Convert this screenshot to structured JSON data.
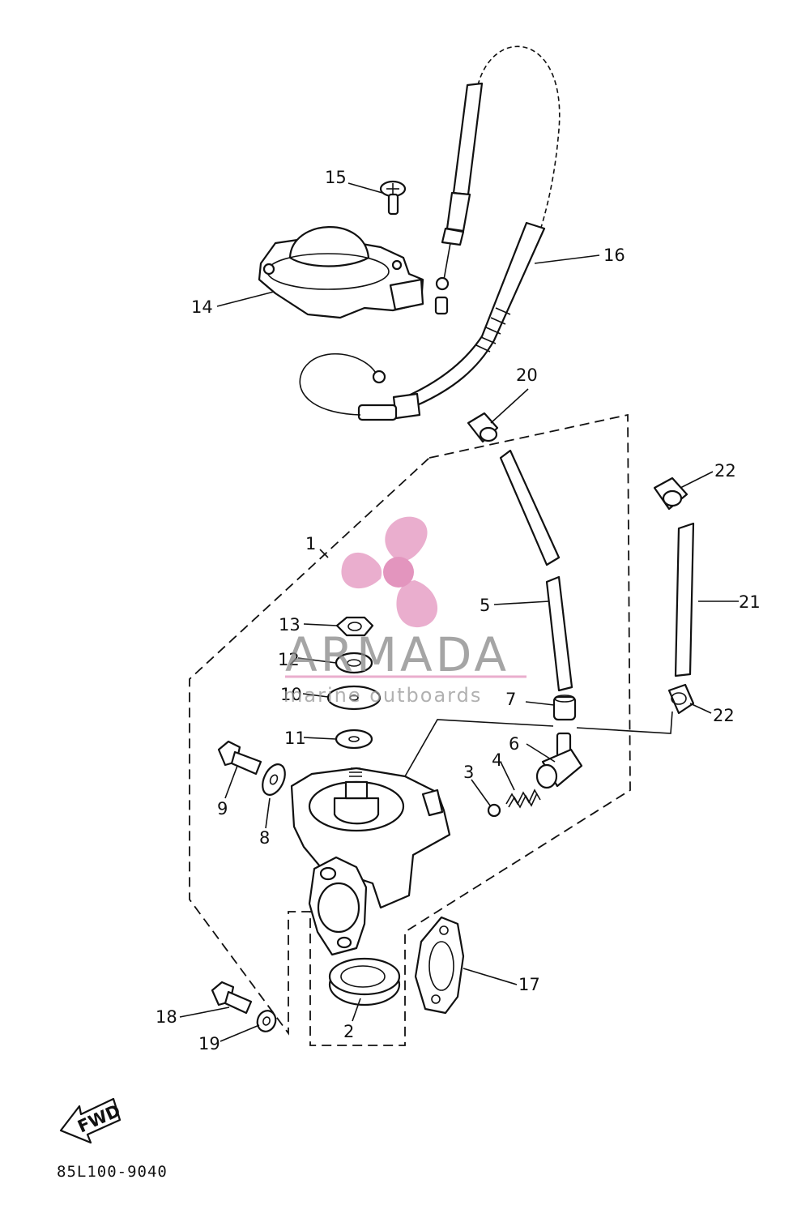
{
  "drawing_code": "85L100-9040",
  "direction_badge": "FWD",
  "watermark": {
    "brand": "ARMADA",
    "tagline": "marine outboards",
    "color": "#e8a6c9"
  },
  "callouts": [
    {
      "id": "1",
      "text": "1"
    },
    {
      "id": "2",
      "text": "2"
    },
    {
      "id": "3",
      "text": "3"
    },
    {
      "id": "4",
      "text": "4"
    },
    {
      "id": "5",
      "text": "5"
    },
    {
      "id": "6",
      "text": "6"
    },
    {
      "id": "7",
      "text": "7"
    },
    {
      "id": "8",
      "text": "8"
    },
    {
      "id": "9",
      "text": "9"
    },
    {
      "id": "10",
      "text": "10"
    },
    {
      "id": "11",
      "text": "11"
    },
    {
      "id": "12",
      "text": "12"
    },
    {
      "id": "13",
      "text": "13"
    },
    {
      "id": "14",
      "text": "14"
    },
    {
      "id": "15",
      "text": "15"
    },
    {
      "id": "16",
      "text": "16"
    },
    {
      "id": "17",
      "text": "17"
    },
    {
      "id": "18",
      "text": "18"
    },
    {
      "id": "19",
      "text": "19"
    },
    {
      "id": "20",
      "text": "20"
    },
    {
      "id": "21",
      "text": "21"
    },
    {
      "id": "22a",
      "text": "22"
    },
    {
      "id": "22b",
      "text": "22"
    }
  ]
}
